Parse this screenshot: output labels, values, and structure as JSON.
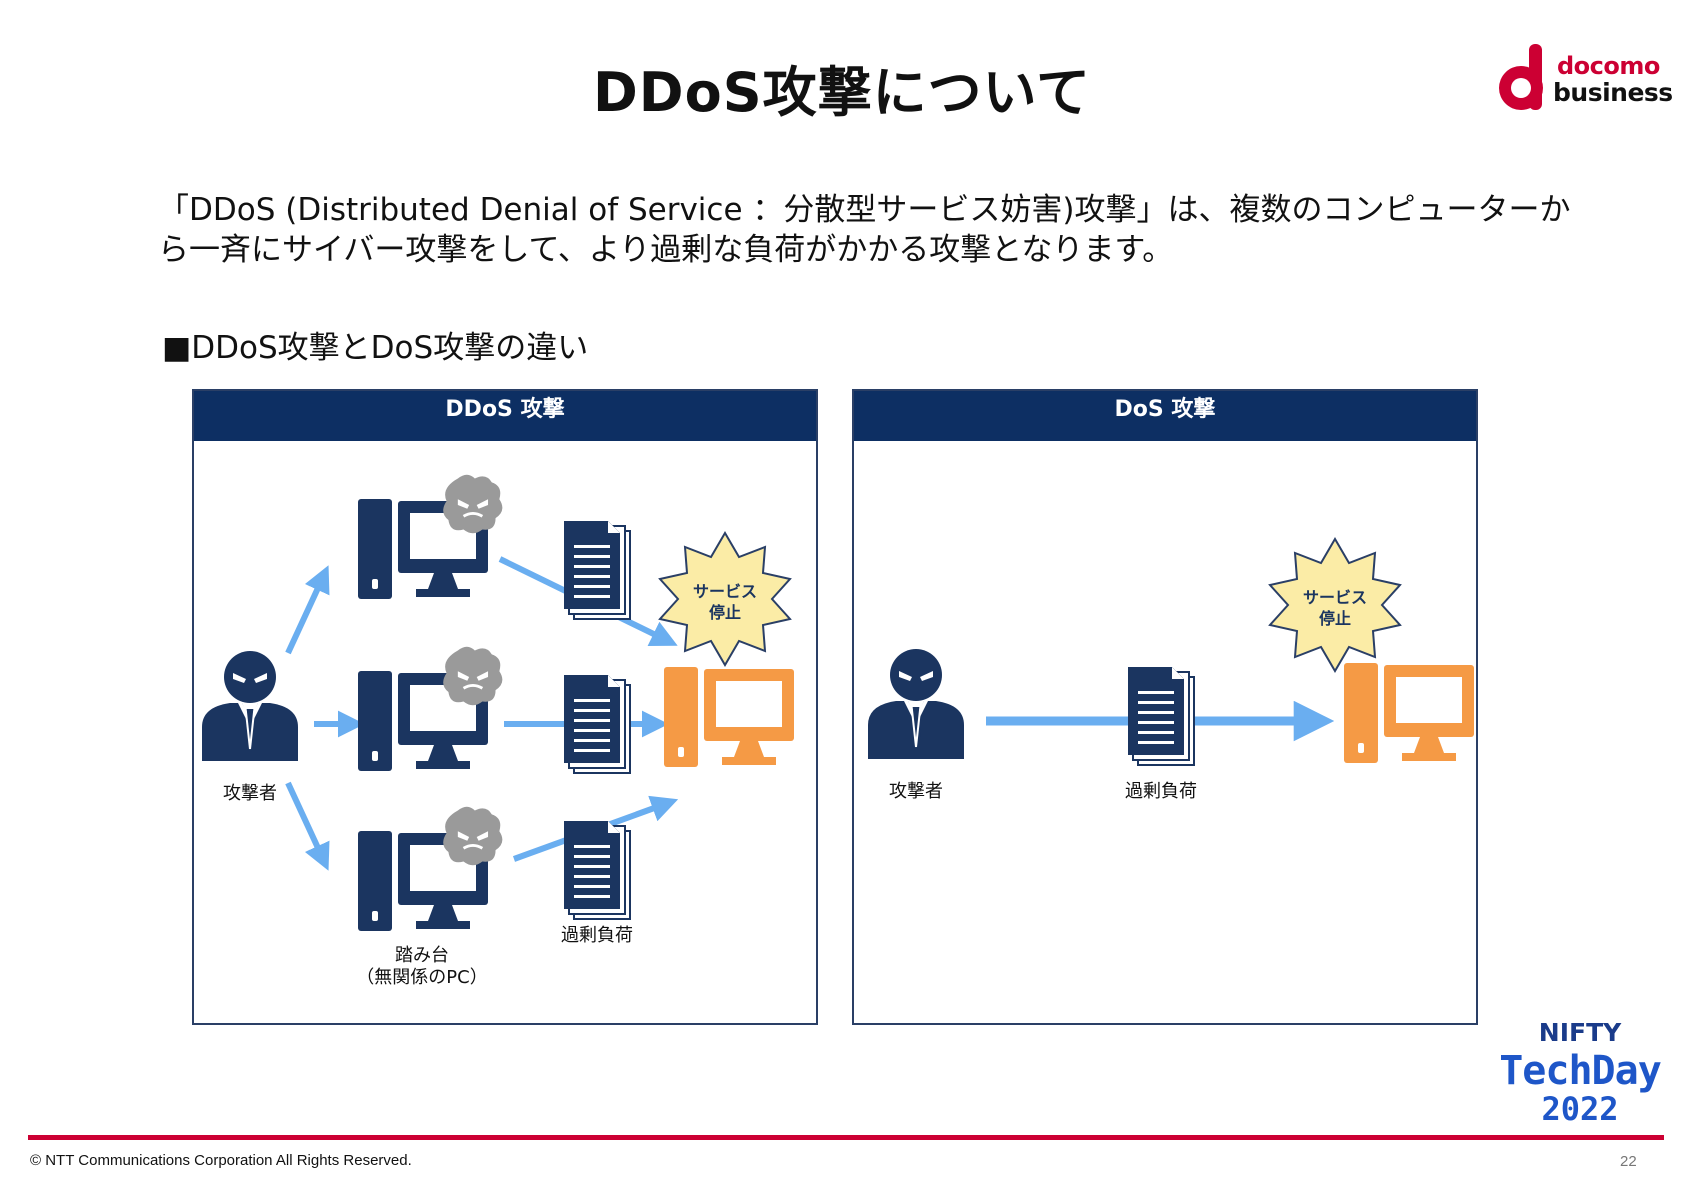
{
  "header": {
    "title": "DDoS攻撃について",
    "brand_line1": "docomo",
    "brand_line2": "business"
  },
  "intro_text": "「DDoS (Distributed Denial of Service ：分散型サービス妨害)攻撃」は、複数のコンピューターから一斉にサイバー攻撃をして、より過剰な負荷がかかる攻撃となります。",
  "section_heading": "■DDoS攻撃とDoS攻撃の違い",
  "ddos_panel": {
    "title": "DDoS 攻撃",
    "attacker_label": "攻撃者",
    "bots_label_line1": "踏み台",
    "bots_label_line2": "（無関係のPC）",
    "load_label": "過剰負荷",
    "burst_line1": "サービス",
    "burst_line2": "停止"
  },
  "dos_panel": {
    "title": "DoS 攻撃",
    "attacker_label": "攻撃者",
    "load_label": "過剰負荷",
    "burst_line1": "サービス",
    "burst_line2": "停止"
  },
  "colors": {
    "brand_red": "#cc0033",
    "panel_header": "#0d2f63",
    "icon_navy": "#1b3560",
    "server_orange": "#f59a45",
    "arrow_blue": "#6aaef0",
    "burst_yellow": "#fbeca6"
  },
  "footer": {
    "copyright": "© NTT Communications Corporation All Rights Reserved.",
    "page_number": "22"
  },
  "event_logo": {
    "line1": "NIFTY",
    "line2": "TechDay",
    "line3": "2022"
  }
}
